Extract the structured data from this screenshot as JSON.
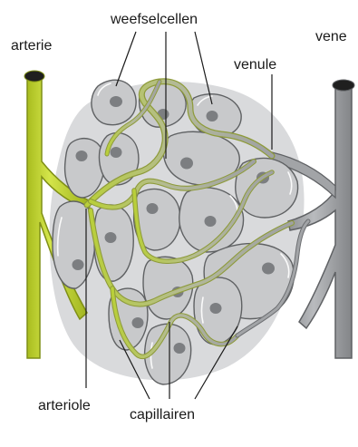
{
  "labels": {
    "weefselcellen": "weefselcellen",
    "arterie": "arterie",
    "vene": "vene",
    "venule": "venule",
    "arteriole": "arteriole",
    "capillairen": "capillairen"
  },
  "colors": {
    "artery": "#c4d82e",
    "artery_dark": "#8fa01a",
    "vein": "#a2a4a7",
    "vein_dark": "#6c6e71",
    "capillary_mid": "#b5c086",
    "cell": "#c8c9cb",
    "nucleus": "#7c7e81",
    "halo": "#d9dadc"
  }
}
